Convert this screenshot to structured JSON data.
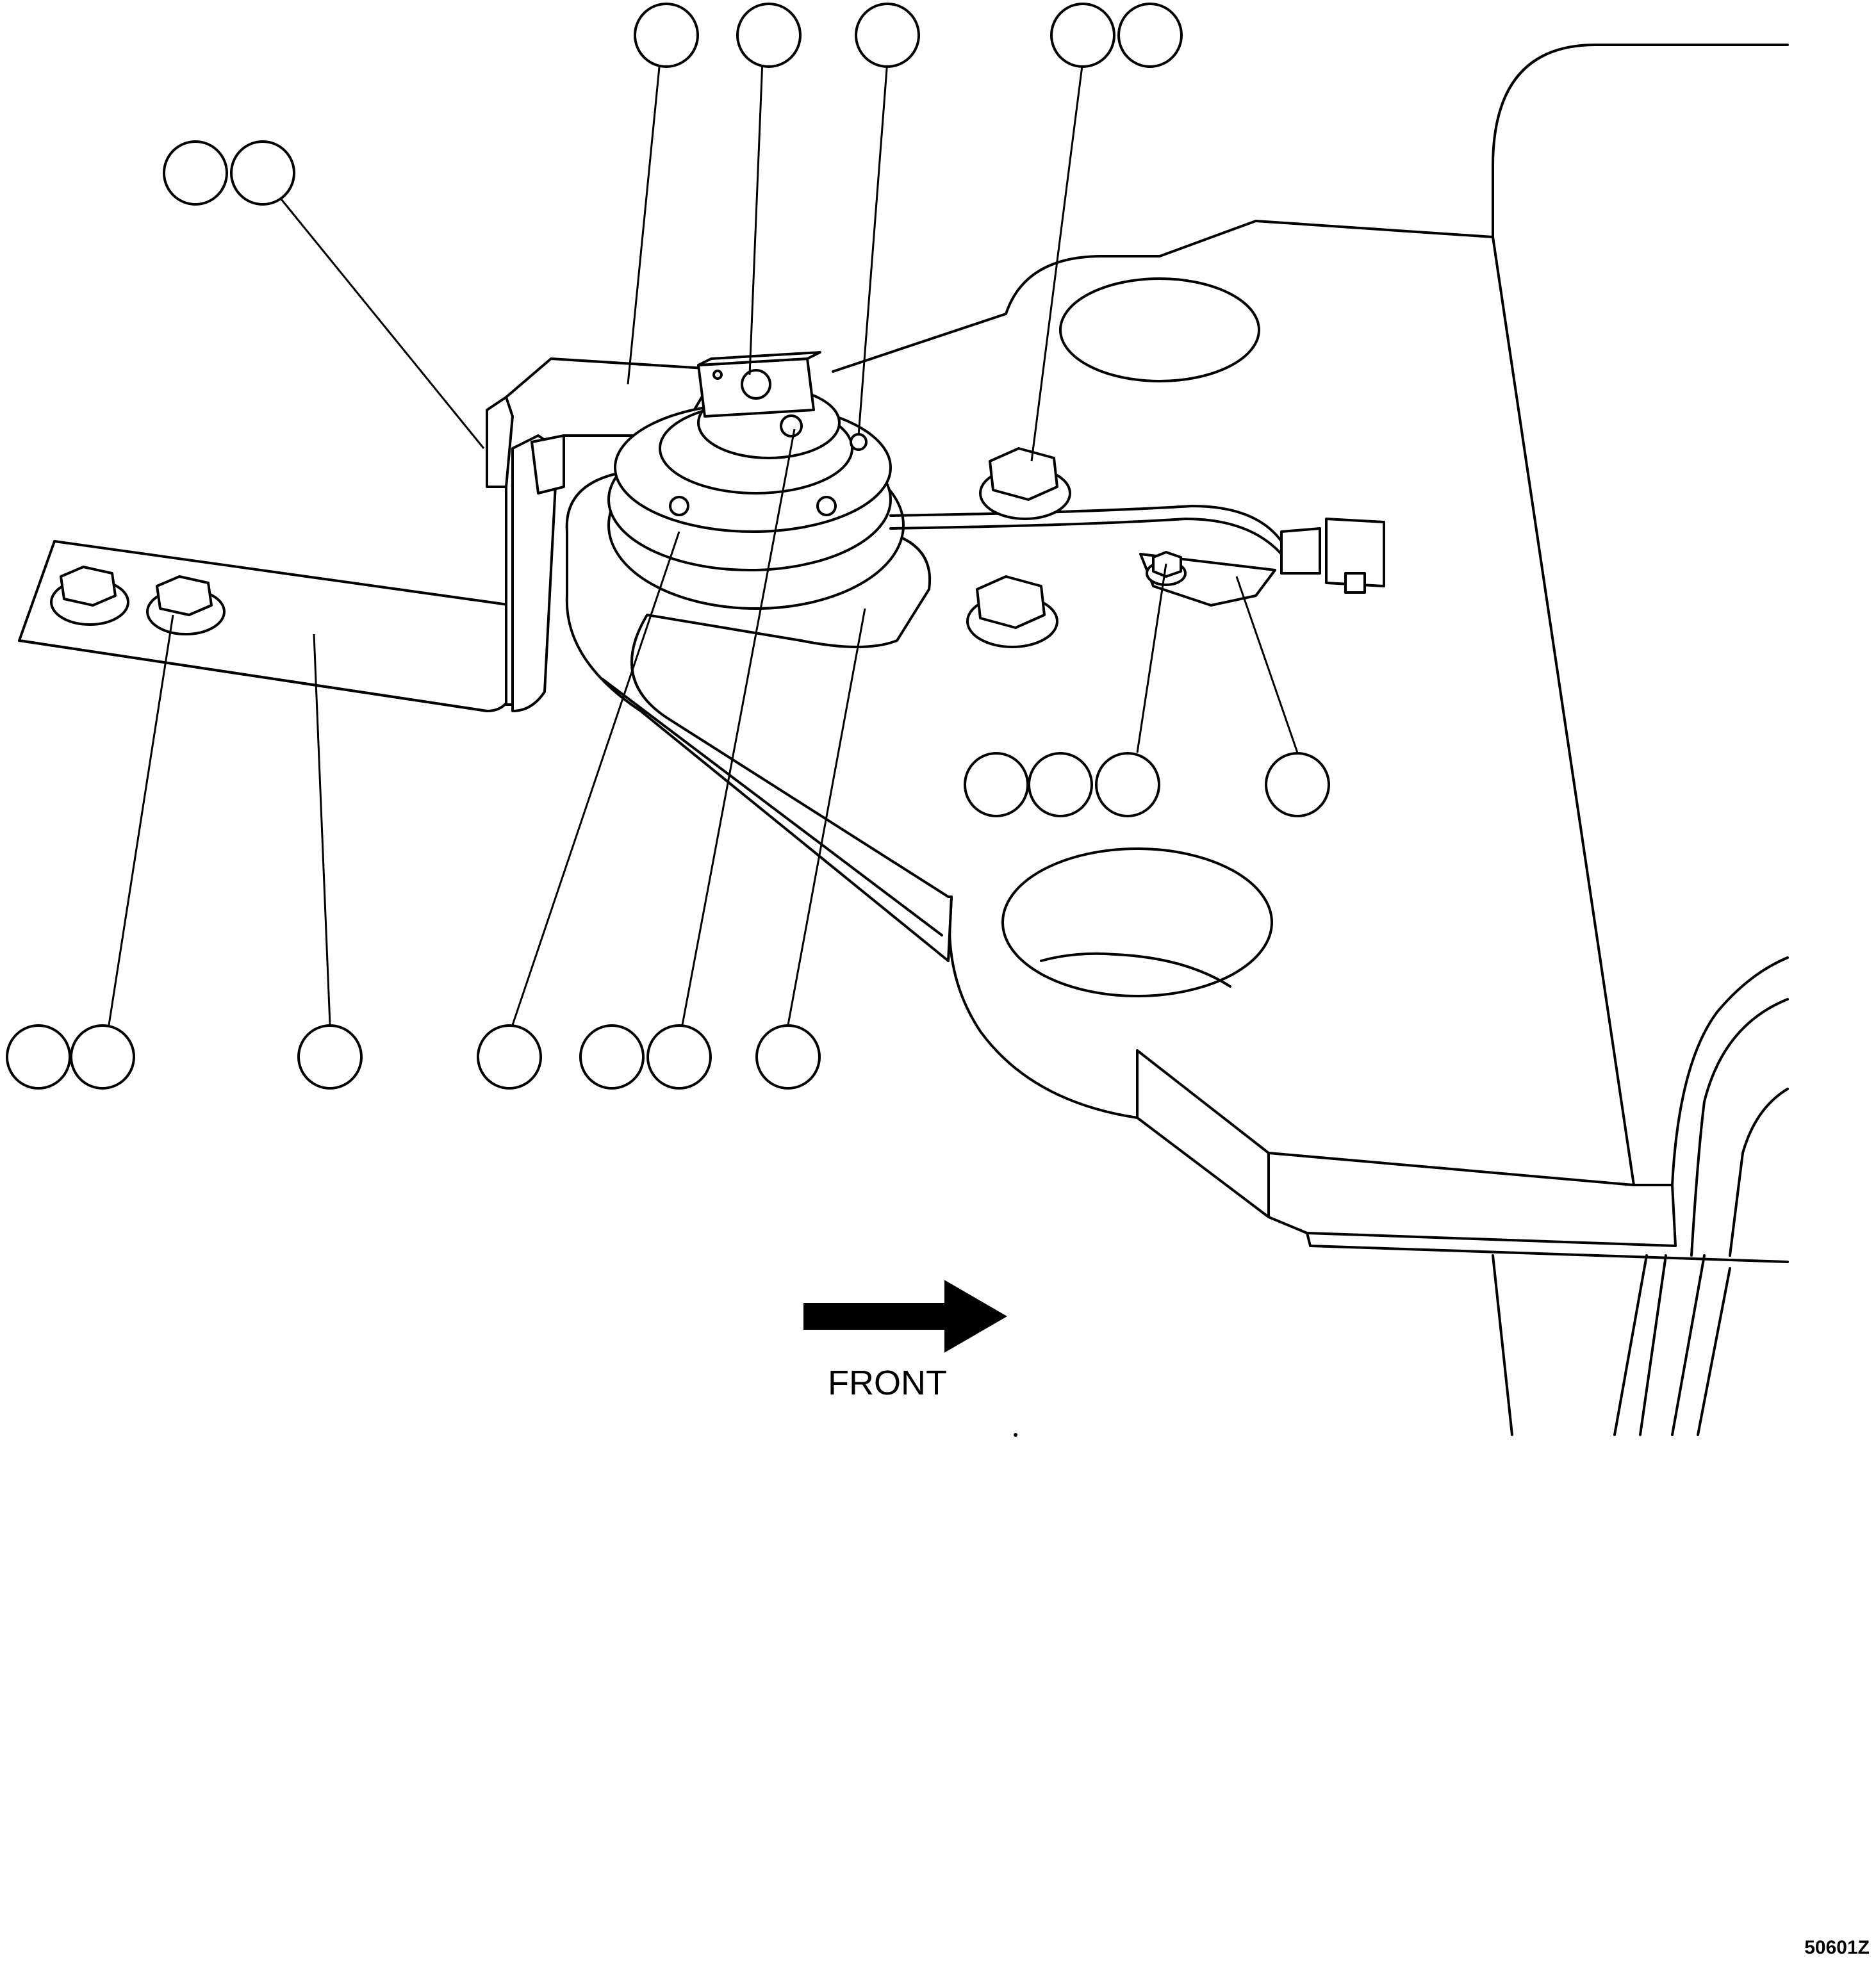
{
  "figure": {
    "direction_label": "FRONT",
    "figure_code": "50601Z",
    "direction_arrow_icon": "right-arrow-icon",
    "colors": {
      "line": "#000000",
      "background": "#ffffff"
    }
  },
  "callouts": [
    {
      "id": "callout-top-1",
      "text": ""
    },
    {
      "id": "callout-top-2",
      "text": ""
    },
    {
      "id": "callout-top-3",
      "text": ""
    },
    {
      "id": "callout-top-4",
      "text": ""
    },
    {
      "id": "callout-top-5",
      "text": ""
    },
    {
      "id": "callout-upper-left-1",
      "text": ""
    },
    {
      "id": "callout-upper-left-2",
      "text": ""
    },
    {
      "id": "callout-mid-1",
      "text": ""
    },
    {
      "id": "callout-mid-2",
      "text": ""
    },
    {
      "id": "callout-mid-3",
      "text": ""
    },
    {
      "id": "callout-mid-4",
      "text": ""
    },
    {
      "id": "callout-bottom-1",
      "text": ""
    },
    {
      "id": "callout-bottom-2",
      "text": ""
    },
    {
      "id": "callout-bottom-3",
      "text": ""
    },
    {
      "id": "callout-bottom-4",
      "text": ""
    },
    {
      "id": "callout-bottom-5",
      "text": ""
    },
    {
      "id": "callout-bottom-6",
      "text": ""
    },
    {
      "id": "callout-bottom-7",
      "text": ""
    }
  ]
}
